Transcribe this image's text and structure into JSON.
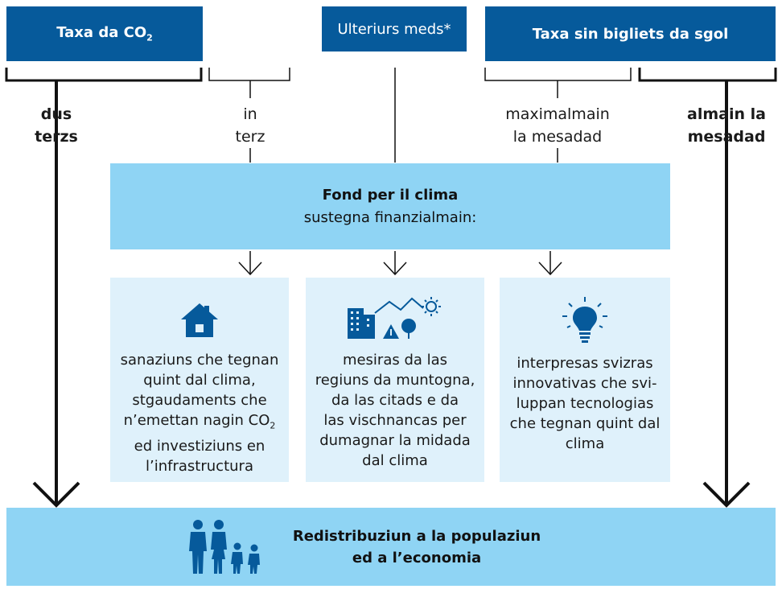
{
  "headers": {
    "co2_tax": "Taxa da CO",
    "co2_sub": "2",
    "further": "Ulteriurs meds*",
    "flight_tax": "Taxa sin bigliets da sgol"
  },
  "labels": {
    "two_thirds_line1": "dus",
    "two_thirds_line2": "terzs",
    "one_third_line1": "in",
    "one_third_line2": "terz",
    "max_half_line1": "maximalmain",
    "max_half_line2": "la mesadad",
    "at_least_half_line1": "almain la",
    "at_least_half_line2": "mesadad"
  },
  "fund": {
    "title": "Fond per il clima",
    "subtitle": "sustegna finanzialmain:"
  },
  "cards": [
    {
      "icon": "house-icon",
      "lines": [
        "sanaziuns che tegnan",
        "quint dal clima,",
        "stgaudaments che",
        "n’emettan nagin CO",
        "ed investiziuns en",
        "l’infrastructura"
      ],
      "sub": "2"
    },
    {
      "icon": "mountain-city-icon",
      "lines": [
        "mesiras da las",
        "regiuns da muntogna,",
        "da las citads e da",
        "las vischnancas per",
        "dumagnar la midada",
        "dal clima"
      ]
    },
    {
      "icon": "lightbulb-icon",
      "lines": [
        "interpresas svizras",
        "innovativas che svi-",
        "luppan tecnologias",
        "che tegnan quint dal",
        "clima"
      ]
    }
  ],
  "bottom": {
    "line1": "Redistribuziun a la populaziun",
    "line2": "ed a l’economia"
  },
  "colors": {
    "dark_blue": "#065a9b",
    "medium_blue": "#8fd4f4",
    "light_blue": "#dff1fb",
    "icon_blue": "#065a9b"
  }
}
